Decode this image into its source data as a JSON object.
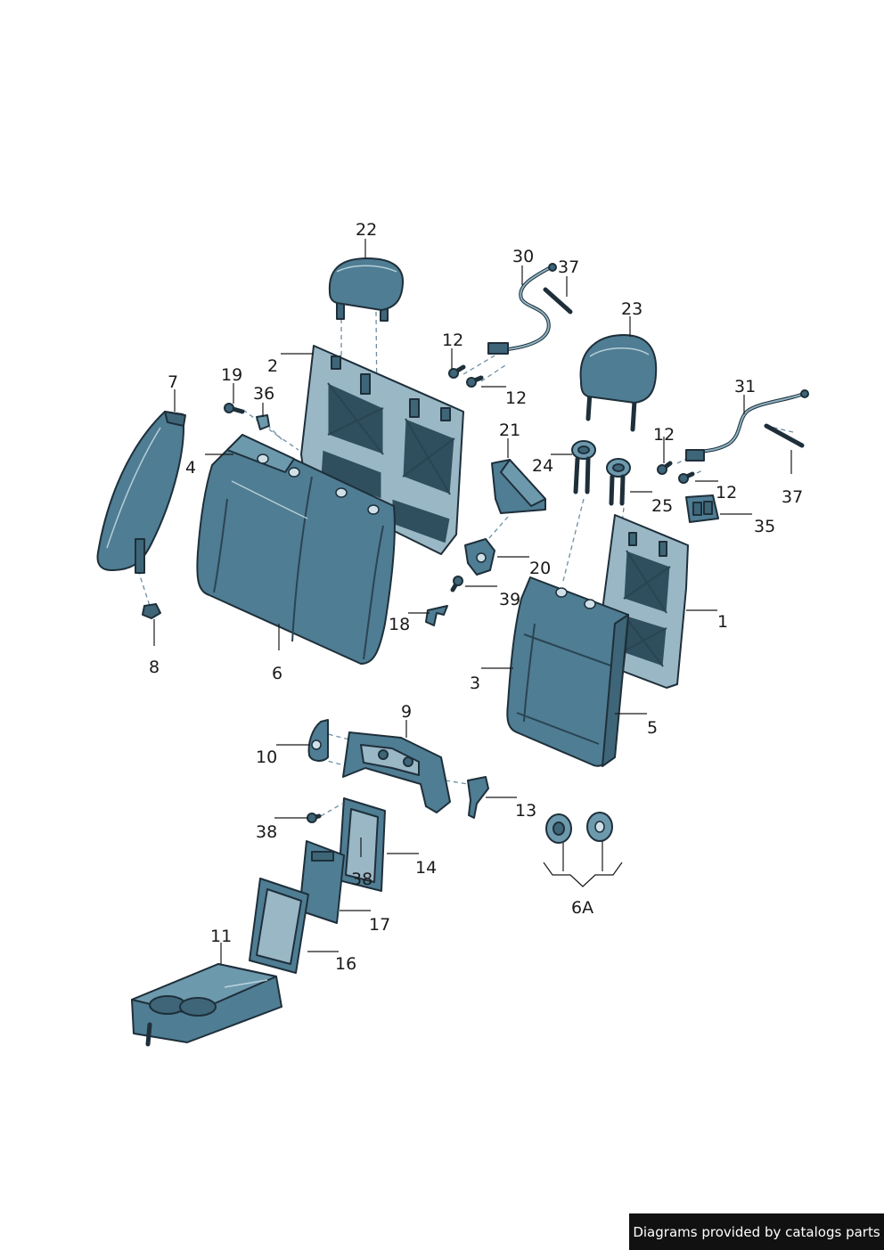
{
  "labels": {
    "l1": "1",
    "l2": "2",
    "l3": "3",
    "l4": "4",
    "l5": "5",
    "l6": "6",
    "l6a": "6A",
    "l7": "7",
    "l8": "8",
    "l9": "9",
    "l10": "10",
    "l11": "11",
    "l12a": "12",
    "l12b": "12",
    "l12c": "12",
    "l12d": "12",
    "l13": "13",
    "l14": "14",
    "l16": "16",
    "l17": "17",
    "l18": "18",
    "l19": "19",
    "l20": "20",
    "l21": "21",
    "l22": "22",
    "l23": "23",
    "l24": "24",
    "l25": "25",
    "l30": "30",
    "l31": "31",
    "l35": "35",
    "l36": "36",
    "l37a": "37",
    "l37b": "37",
    "l38a": "38",
    "l38b": "38",
    "l39": "39"
  },
  "footer": {
    "text": "Diagrams provided by catalogs parts"
  },
  "colors": {
    "part_fill": "#4f7d93",
    "outline": "#1e2f3a",
    "footer_bg": "#111111"
  }
}
